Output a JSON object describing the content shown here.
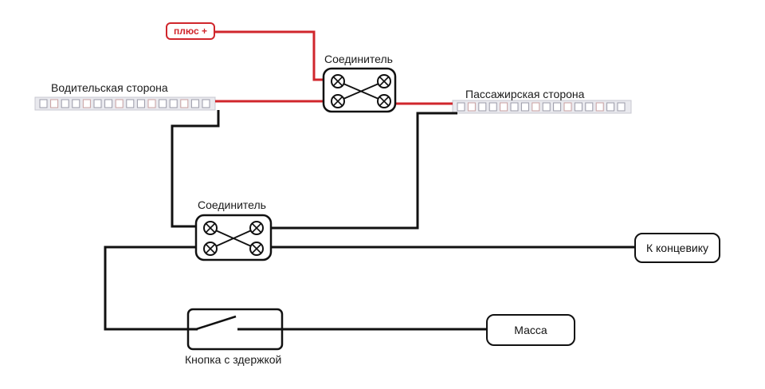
{
  "labels": {
    "plus": "плюс +",
    "connector_top": "Соединитель",
    "connector_bottom": "Соединитель",
    "driver_side": "Водительская сторона",
    "passenger_side": "Пассажирская сторона",
    "to_switch": "К концевику",
    "ground": "Масса",
    "delay_button": "Кнопка с здержкой"
  },
  "colors": {
    "positive_wire": "#d0262c",
    "negative_wire": "#111111",
    "led_strip": "#e9e9ee"
  }
}
